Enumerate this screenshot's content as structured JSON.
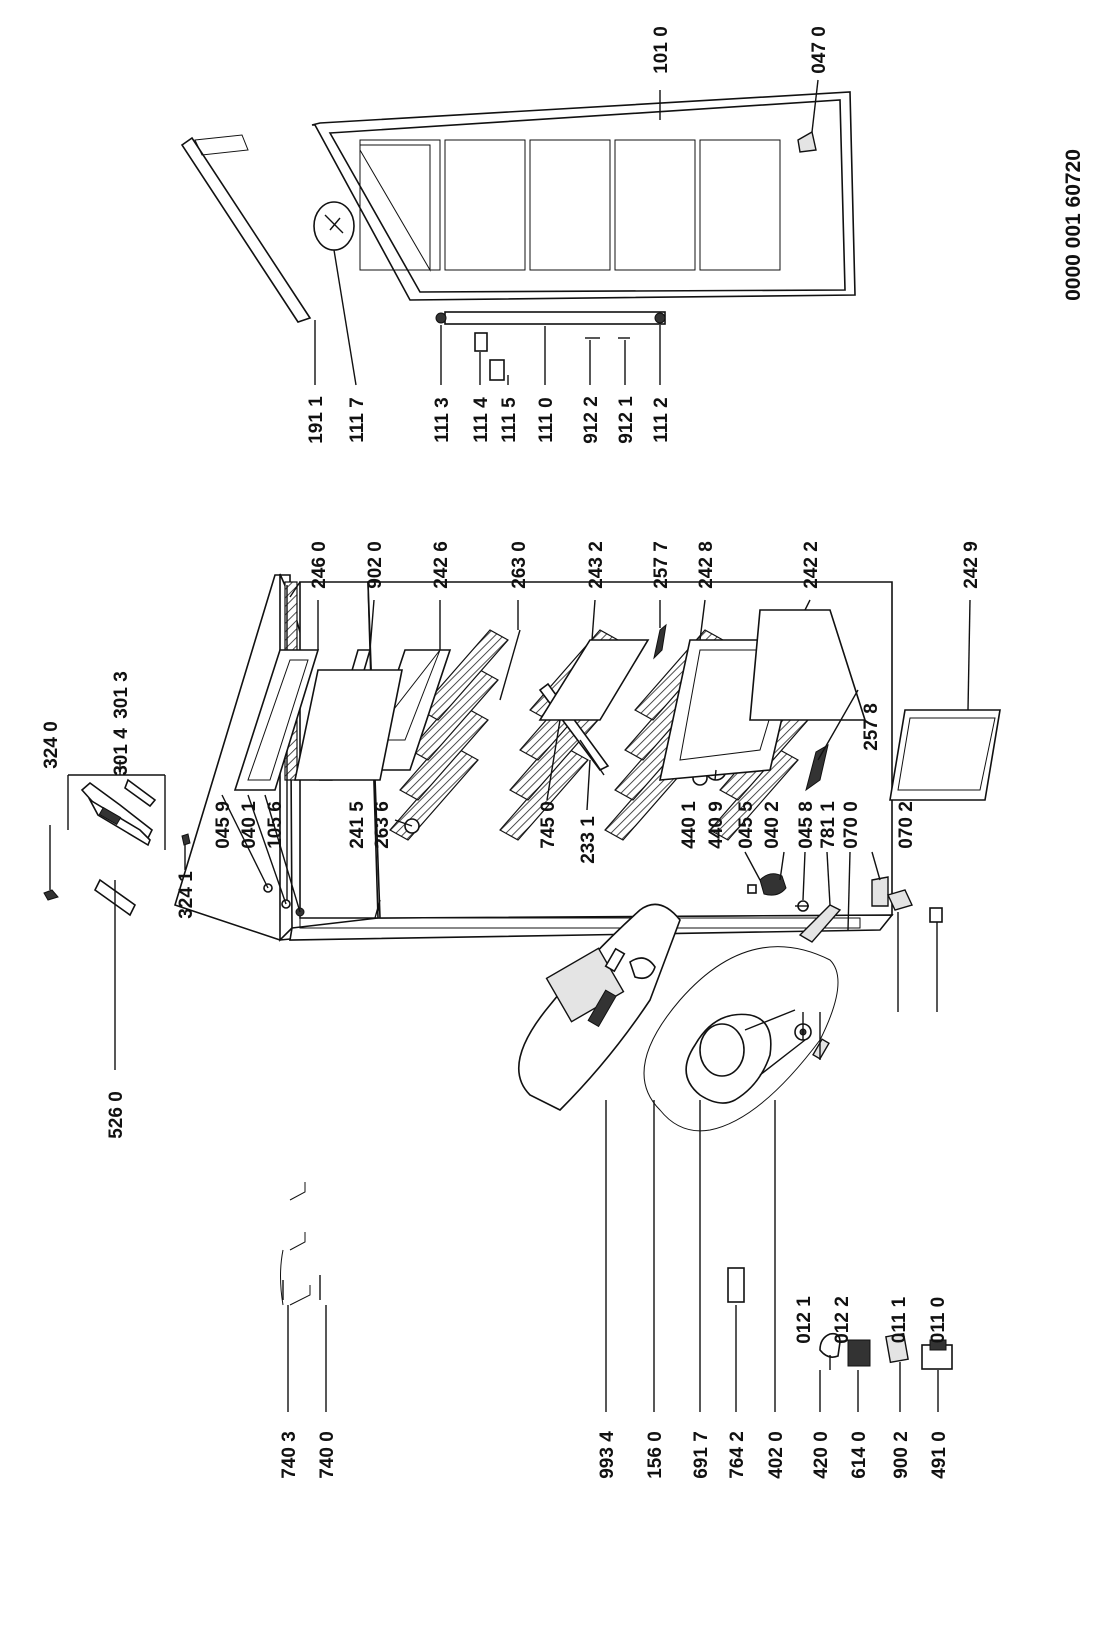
{
  "document_id": "0000 001 60720",
  "part_labels": {
    "p7403": "740 3",
    "p7400": "740 0",
    "p9934": "993 4",
    "p1560": "156 0",
    "p6917": "691 7",
    "p7642": "764 2",
    "p4020": "402 0",
    "p4200": "420 0",
    "p6140": "614 0",
    "p9002": "900 2",
    "p4910": "491 0",
    "p0121": "012 1",
    "p0122": "012 2",
    "p0111": "011 1",
    "p0110": "011 0",
    "p5260": "526 0",
    "p3014": "301 4",
    "p3013": "301 3",
    "p3240": "324 0",
    "p3241": "324 1",
    "p0459a": "045 9",
    "p0401a": "040 1",
    "p1056": "105 6",
    "p2636": "263 6",
    "p2415": "241 5",
    "p7450": "745 0",
    "p2331": "233 1",
    "p4401": "440 1",
    "p4409": "440 9",
    "p0455": "045 5",
    "p0402": "040 2",
    "p0458": "045 8",
    "p7811": "781 1",
    "p0700": "070 0",
    "p0702": "070 2",
    "p2460": "246 0",
    "p9020": "902 0",
    "p2426": "242 6",
    "p2630": "263 0",
    "p2432": "243 2",
    "p2577": "257 7",
    "p2428": "242 8",
    "p2422": "242 2",
    "p2578": "257 8",
    "p2429": "242 9",
    "p1911": "191 1",
    "p1117": "111 7",
    "p1113": "111 3",
    "p1114": "111 4",
    "p1115": "111 5",
    "p1110": "111 0",
    "p9122": "912 2",
    "p9121": "912 1",
    "p1112": "111 2",
    "p1010": "101 0",
    "p0470": "047 0"
  }
}
